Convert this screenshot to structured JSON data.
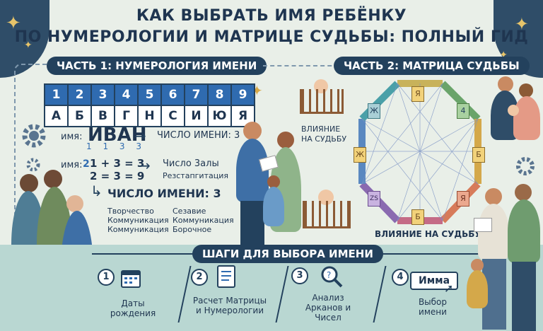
{
  "title": {
    "line1": "КАК ВЫБРАТЬ ИМЯ РЕБЁНКУ",
    "line2": "ПО НУМЕРОЛОГИИ И МАТРИЦЕ СУДЬБЫ: ПОЛНЫЙ ГИД"
  },
  "part1": {
    "label": "ЧАСТЬ 1: НУМЕРОЛОГИЯ ИМЕНИ",
    "numbers": [
      "1",
      "2",
      "3",
      "4",
      "5",
      "6",
      "7",
      "8",
      "9"
    ],
    "letters": [
      "А",
      "Б",
      "В",
      "Г",
      "Н",
      "С",
      "И",
      "Ю",
      "Я"
    ],
    "name_prefix": "имя:",
    "name_value": "ИВАН",
    "name_number_label": "ЧИСЛО ИМЕНИ: 3",
    "arrow_digits": "1 1 3 3",
    "calc_prefix": "имя:",
    "calc_lead": "2",
    "calc_line1": "1 + 3 = 3",
    "calc_line2": "2 = 3 = 9",
    "calc_side_title": "Число 3алы",
    "calc_side_sub": "Резстапгитация",
    "result_label": "ЧИСЛО ИМЕНИ: 3",
    "traits_left": [
      "Творчество",
      "Коммуникация",
      "Коммуникация"
    ],
    "traits_right": [
      "Сезавие",
      "Коммуникация",
      "Борочное"
    ]
  },
  "part2": {
    "label": "ЧАСТЬ 2: МАТРИЦА СУДЬБЫ",
    "influence_top": "ВЛИЯНИЕ НА СУДЬБУ",
    "influence_top_line1": "ВЛИЯНИЕ",
    "influence_top_line2": "НА СУДЬБУ",
    "influence_bottom": "ВЛИЯНИЕ НА СУДЬБУ",
    "arcana_glyphs": [
      "Я",
      "4",
      "Б",
      "Я",
      "Б",
      "ZS",
      "Ж",
      "Ж"
    ]
  },
  "steps": {
    "label": "ШАГИ ДЛЯ ВЫБОРА ИМЕНИ",
    "items": [
      {
        "num": "1",
        "line1": "Даты",
        "line2": "рождения"
      },
      {
        "num": "2",
        "line1": "Расчет Матрицы",
        "line2": "и Нумерологии"
      },
      {
        "num": "3",
        "line1": "Анализ",
        "line2": "Арканов и Чисел"
      },
      {
        "num": "4",
        "line1": "Выбор",
        "line2": "имени"
      }
    ],
    "name_button": "Имма"
  },
  "colors": {
    "navy": "#23415d",
    "blue": "#2f6bb0",
    "band": "#b9d7d2",
    "background": "#e9efe8"
  }
}
